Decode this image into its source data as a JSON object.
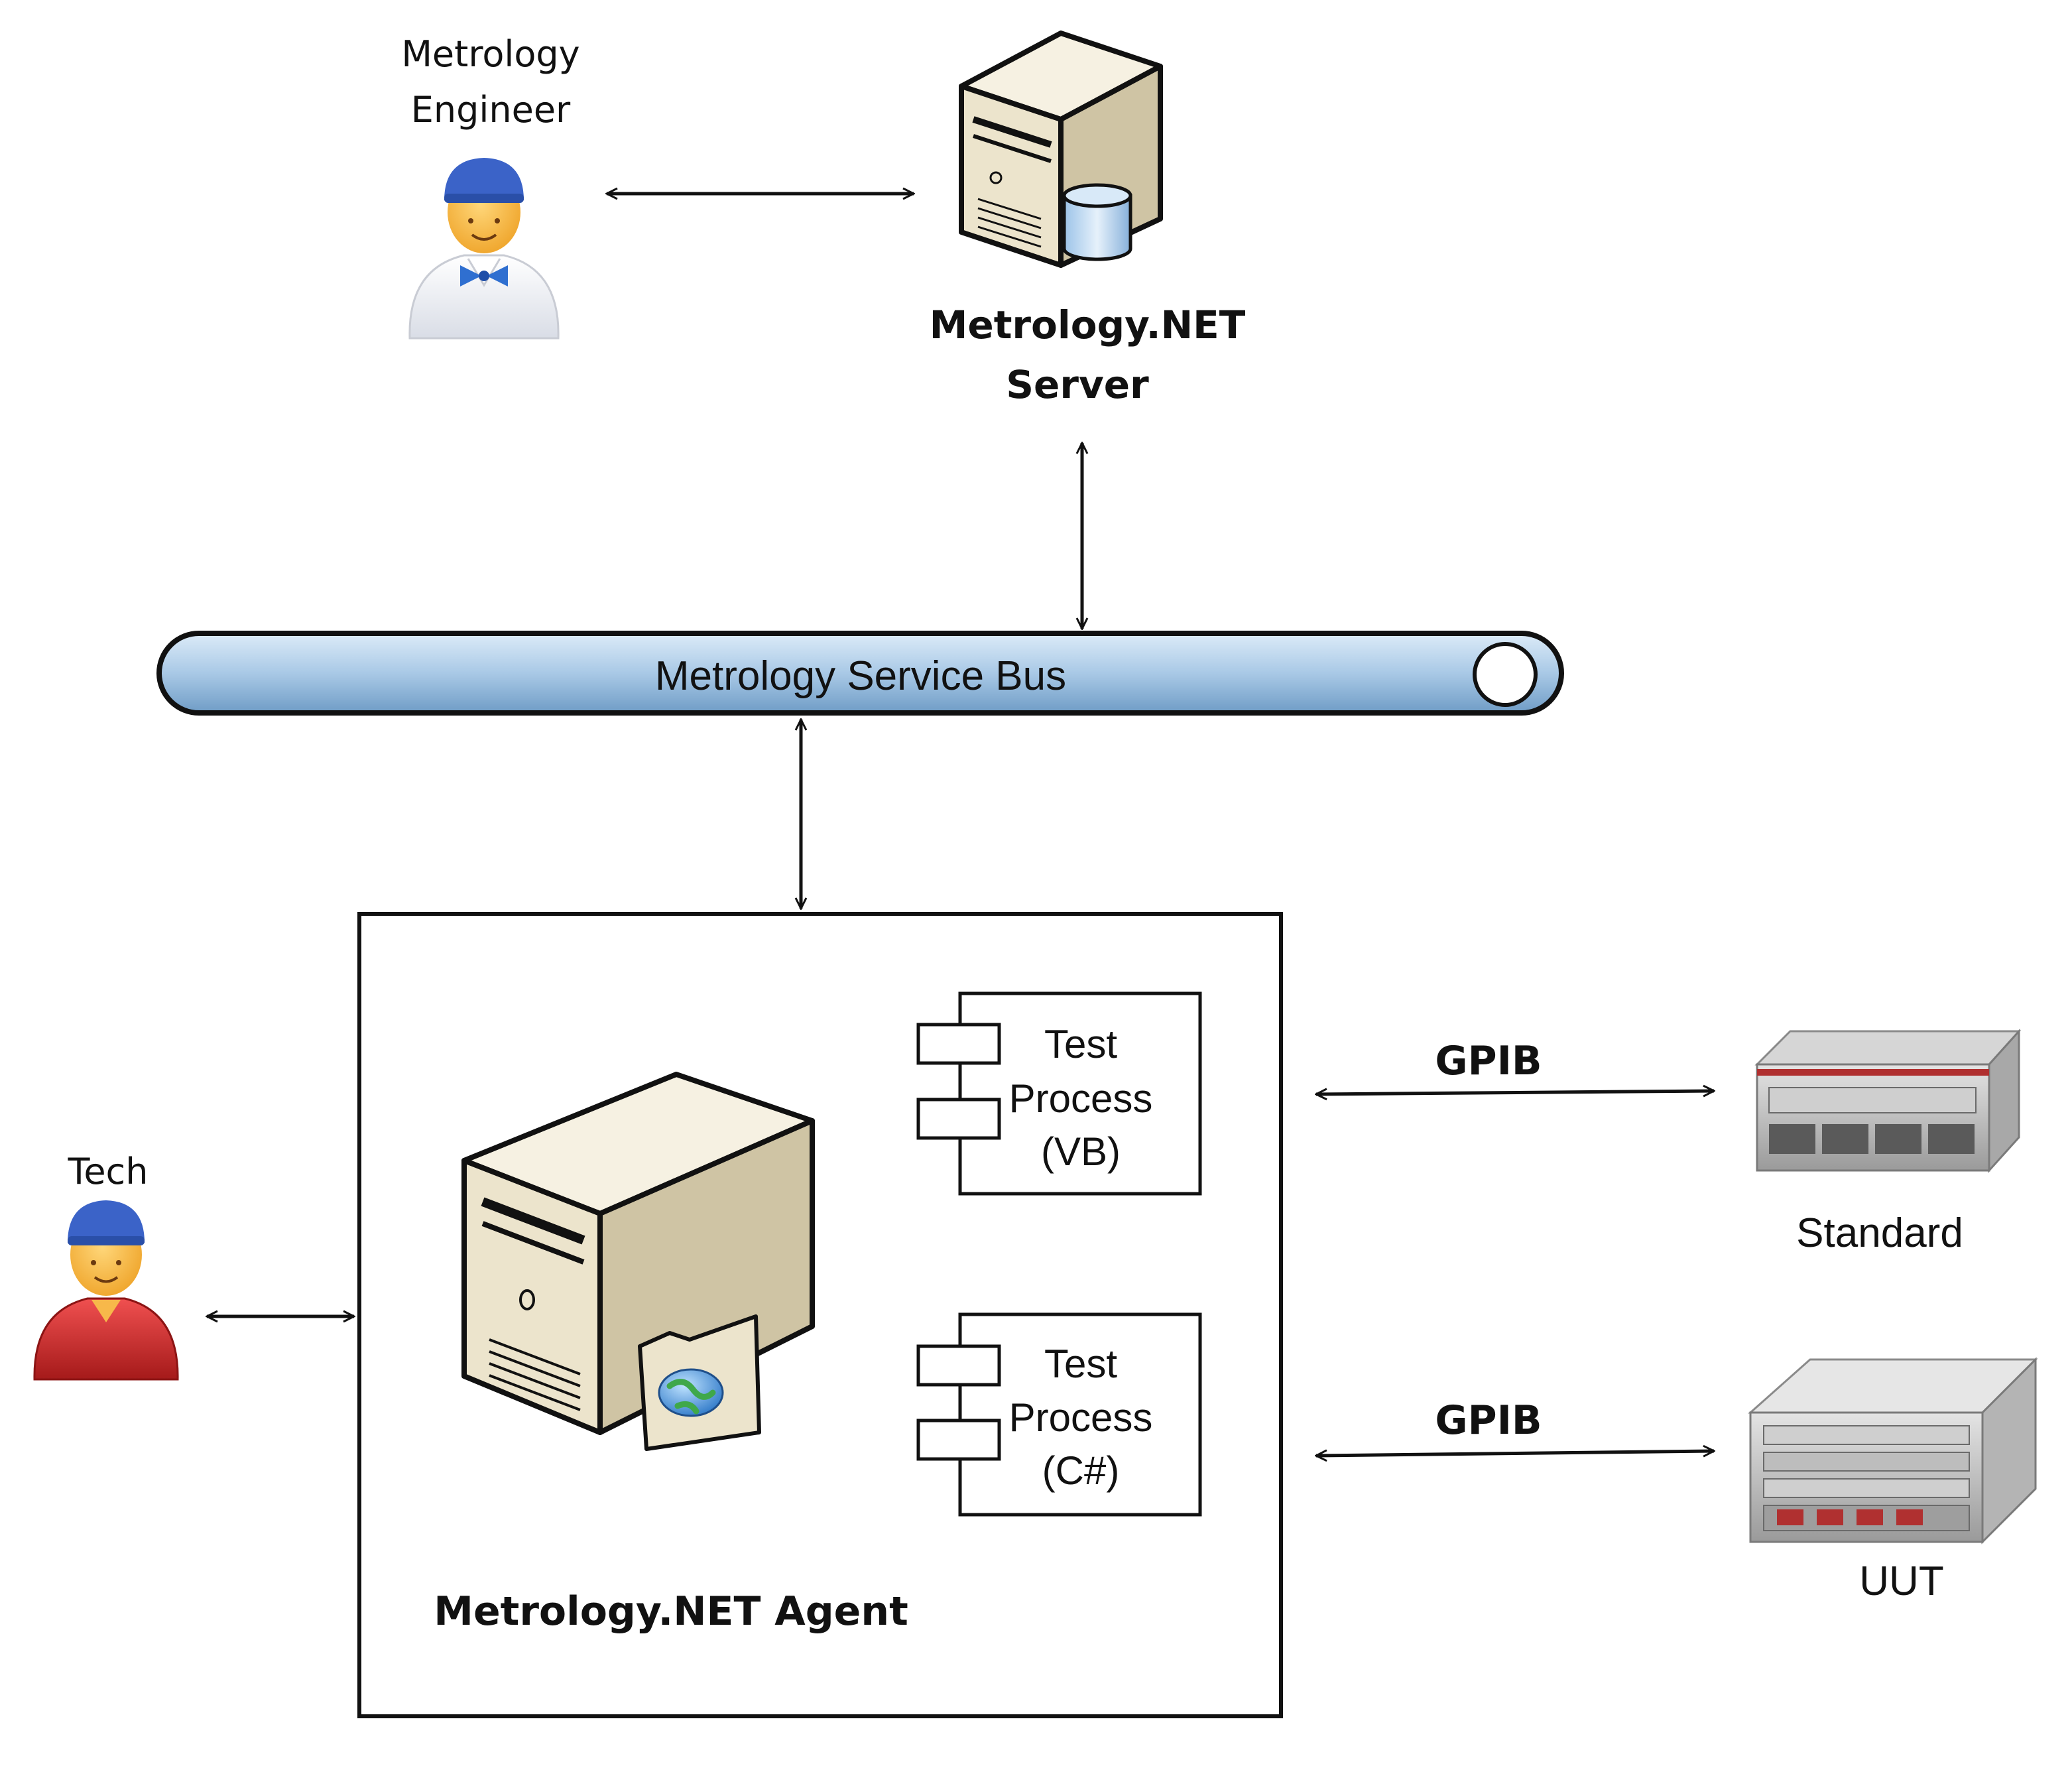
{
  "people": {
    "engineer": {
      "label_line1": "Metrology",
      "label_line2": "Engineer",
      "icon": "engineer-icon"
    },
    "tech": {
      "label": "Tech",
      "icon": "technician-icon"
    }
  },
  "server": {
    "label_line1": "Metrology.NET",
    "label_line2": "Server",
    "icon": "database-server-icon"
  },
  "bus": {
    "label": "Metrology Service Bus"
  },
  "agent": {
    "label": "Metrology.NET Agent",
    "icon": "web-server-icon"
  },
  "components": [
    {
      "line1": "Test",
      "line2": "Process",
      "line3": "(VB)"
    },
    {
      "line1": "Test",
      "line2": "Process",
      "line3": "(C#)"
    }
  ],
  "connections": [
    {
      "label": "GPIB"
    },
    {
      "label": "GPIB"
    }
  ],
  "devices": {
    "standard": {
      "label": "Standard",
      "icon": "rack-instrument-icon"
    },
    "uut": {
      "label": "UUT",
      "icon": "rack-server-icon"
    }
  },
  "colors": {
    "bus_fill": "#a9c9e6",
    "server_beige": "#ece4cc",
    "cap_blue": "#3b63c8",
    "shirt_red": "#d32b2b",
    "device_red": "#b03030"
  }
}
